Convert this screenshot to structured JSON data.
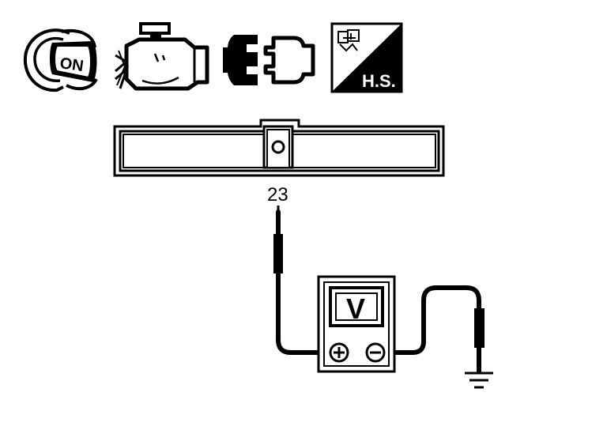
{
  "icons": {
    "ignition_key_label": "ON",
    "engine_icon": "engine-stopped-icon",
    "connector_icon": "disconnect-connector-icon",
    "harness_label": "H.S."
  },
  "connector": {
    "terminal_label": "23"
  },
  "meter": {
    "label": "V",
    "positive_symbol": "⊕",
    "negative_symbol": "⊖"
  },
  "colors": {
    "ink": "#000000",
    "paper": "#ffffff"
  }
}
